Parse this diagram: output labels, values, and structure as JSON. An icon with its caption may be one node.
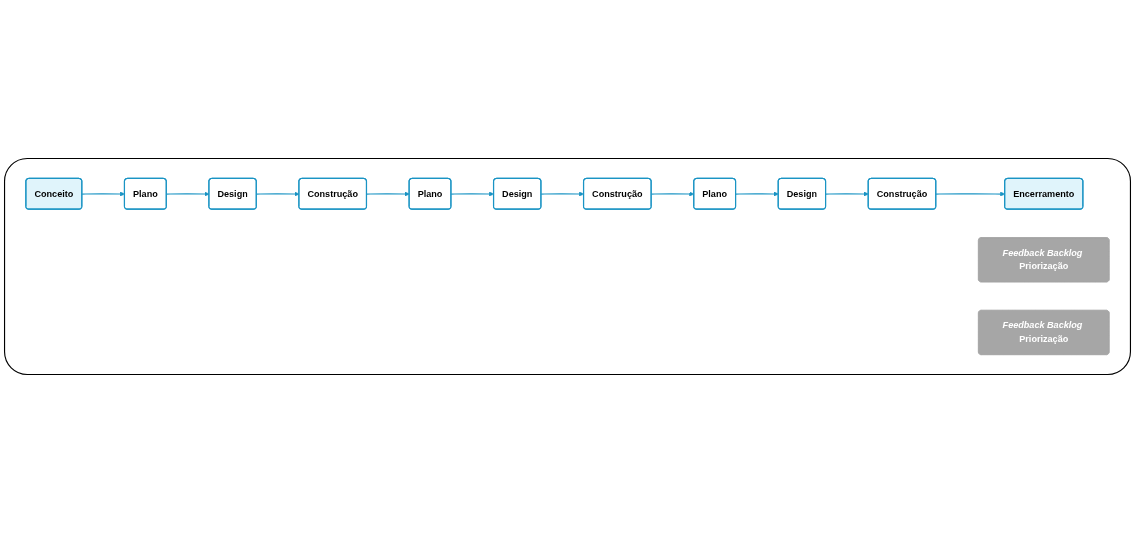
{
  "diagram": {
    "nodes": [
      {
        "text": [],
        "shape": "box"
      },
      {
        "text": [
          "Conceito"
        ],
        "in": 0
      },
      {
        "text": [
          "Plano"
        ],
        "in": 0
      },
      {
        "text": [
          "Design"
        ],
        "in": 0
      },
      {
        "text": [
          "Construção"
        ],
        "in": 0
      },
      {
        "text": [
          "Plano"
        ],
        "in": 0
      },
      {
        "text": [
          "Design"
        ],
        "in": 0
      },
      {
        "text": [
          "Construção"
        ],
        "in": 0
      },
      {
        "text": [
          "Plano"
        ],
        "in": 0
      },
      {
        "text": [
          "Design"
        ],
        "in": 0
      },
      {
        "text": [
          "Construção"
        ],
        "in": 0
      },
      {
        "text": [
          "Encerramento"
        ],
        "in": 0
      },
      {
        "text": [
          "*Feedback Backlog* Priorização"
        ],
        "in": 0
      },
      {
        "text": [
          "*Feedback Backlog* Priorização"
        ],
        "in": 0
      }
    ],
    "edges": [
      {
        "from": 1,
        "to": 2,
        "arrow": "to"
      },
      {
        "from": 2,
        "to": 3,
        "arrow": "to"
      },
      {
        "from": 3,
        "to": 4,
        "arrow": "to"
      },
      {
        "from": 4,
        "to": 5,
        "arrow": "to"
      },
      {
        "from": 5,
        "to": 6,
        "arrow": "to"
      },
      {
        "from": 6,
        "to": 7,
        "arrow": "to"
      },
      {
        "from": 7,
        "to": 8,
        "arrow": "to"
      },
      {
        "from": 8,
        "to": 9,
        "arrow": "to"
      },
      {
        "from": 9,
        "to": 10,
        "arrow": "to"
      },
      {
        "from": 10,
        "to": 11,
        "arrow": "to"
      }
    ]
  }
}
